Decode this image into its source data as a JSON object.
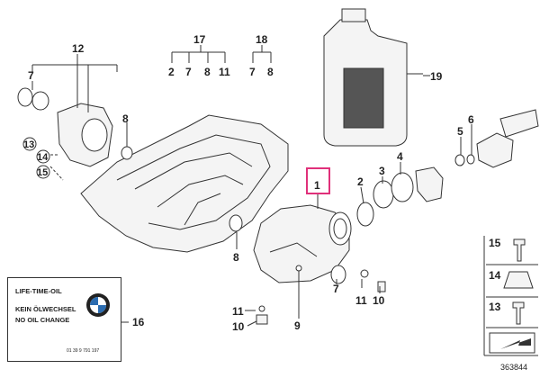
{
  "callouts": {
    "c1": "1",
    "c2": "2",
    "c3": "3",
    "c4": "4",
    "c5": "5",
    "c6": "6",
    "c7_main": "7",
    "c7_left": "7",
    "c8_left": "8",
    "c8_main": "8",
    "c9": "9",
    "c10_a": "10",
    "c10_b": "10",
    "c11_a": "11",
    "c11_b": "11",
    "c12": "12",
    "c13": "13",
    "c14": "14",
    "c15": "15",
    "c16": "16",
    "c17": "17",
    "c18": "18",
    "c19": "19",
    "c17_sub": [
      "2",
      "7",
      "8",
      "11"
    ],
    "c18_sub": [
      "7",
      "8"
    ]
  },
  "side_panel": {
    "items": [
      "15",
      "14",
      "13"
    ]
  },
  "oil_label": {
    "line1": "LIFE-TIME-OIL",
    "line2": "KEIN ÖLWECHSEL",
    "line3": "NO OIL CHANGE",
    "part_number": "01 39 9 791 197"
  },
  "diagram_ref": "363844",
  "colors": {
    "highlight": "#e0307a",
    "line": "#333333",
    "bottle": "#e6e6e6"
  }
}
